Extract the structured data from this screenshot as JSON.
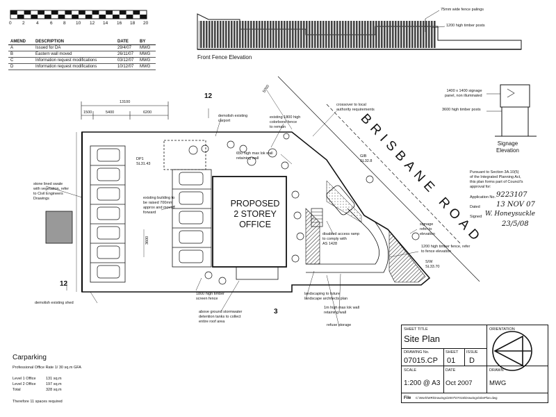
{
  "scale_bar": {
    "ticks": [
      "0",
      "2",
      "4",
      "6",
      "8",
      "10",
      "12",
      "14",
      "16",
      "18",
      "20"
    ]
  },
  "amendments": {
    "headers": [
      "AMEND",
      "DESCRIPTION",
      "DATE",
      "BY"
    ],
    "rows": [
      [
        "A",
        "Issued for DA",
        "29/4/07",
        "MWG"
      ],
      [
        "B",
        "Eastern wall moved",
        "26/11/07",
        "MWG"
      ],
      [
        "C",
        "Information request modifications",
        "03/12/07",
        "MWG"
      ],
      [
        "D",
        "Information request modifications",
        "10/12/07",
        "MWG"
      ]
    ]
  },
  "elevation": {
    "title": "Front Fence Elevation",
    "note_palings": "75mm wide fence palings",
    "note_posts": "1200 high timber posts"
  },
  "signage": {
    "note_size": "1400 x 1400 signage\npanel, non illuminated",
    "note_posts": "3600 high timber posts",
    "title": "Signage\nElevation"
  },
  "dimensions": {
    "overall": "13100",
    "d1": "1500",
    "d2": "5400",
    "d3": "6200",
    "side_a": "5000",
    "side_b": "3600"
  },
  "site": {
    "road_name": "BRISBANE ROAD",
    "building_label": "PROPOSED\n2 STOREY\nOFFICE",
    "ref_12_top": "12",
    "ref_12_left": "12",
    "ref_3_bottom": "3",
    "dp_label": "DP1\nSL31.43"
  },
  "notes": {
    "demolish_carport": "demolish existing\ncarport",
    "existing_fence": "existing 1800 high\ncolorbond fence\nto remain",
    "crossover": "crossover to local\nauthority requirements",
    "retaining_wall_650": "650 high max lok wall\nretaining wall",
    "stone_swale": "stone lined swale\nwith vegetation, refer\nto Civil Engineers\nDrawings",
    "existing_building": "existing building to\nbe raised 700mm\napprox and moved\nforward",
    "disabled_ramp": "disabled access ramp\nto comply with\nAS 1428",
    "signage_ref": "signage\nrefer to\nelevation",
    "timber_fence": "1200 high timber fence, refer\nto fence elevation",
    "demolish_shed": "demolish existing shed",
    "screen_fence": "1800 high timber\nscreen fence",
    "stormwater": "above ground stormwater\ndetention tanks to collect\nentire roof area",
    "landscaping": "landscaping to future\nlandscape architects plan",
    "lok_wall": "1m high max lok wall\nretaining wall",
    "refuse": "refuse storage",
    "gib_sl": "GIB\nSL32.8",
    "sw_sl": "S/W\nSL33.70"
  },
  "certification": {
    "text": "Pursuant to Section 3A.10(5)\nof the Integrated Planning Act,\nthis plan forms part of Council's\napproval for:",
    "application_label": "Application No.",
    "application_value": "9223107",
    "dated_label": "Dated",
    "dated_value": "13 NOV 07",
    "signed_label": "Signed",
    "signed_value": "W. Honeysuckle",
    "signed_date": "23/5/08"
  },
  "carparking": {
    "title": "Carparking",
    "rate": "Professional Office Rate 1/ 30 sq.m GFA",
    "rows": [
      {
        "label": "Level 1 Office",
        "value": "131 sq.m"
      },
      {
        "label": "Level 2 Office",
        "value": "197 sq.m"
      },
      {
        "label": "Total",
        "value": "328 sq.m"
      }
    ],
    "summary": "Therefore 11 spaces required"
  },
  "title_block": {
    "sheet_title_label": "SHEET TITLE",
    "sheet_title": "Site Plan",
    "orientation_label": "ORIENTATION",
    "drawing_no_label": "DRAWING No.",
    "drawing_no": "07015.CP",
    "sheet_label": "SHEET",
    "sheet": "01",
    "issue_label": "ISSUE",
    "issue": "D",
    "scale_label": "SCALE",
    "scale": "1:200 @ A3",
    "date_label": "DATE",
    "date": "Oct 2007",
    "drawn_label": "DRAWN",
    "drawn": "MWG",
    "file_label": "File",
    "file_path": "C:\\Work\\WR\\Drawings\\2007\\07015\\Drawings\\SitePlan.dwg"
  }
}
